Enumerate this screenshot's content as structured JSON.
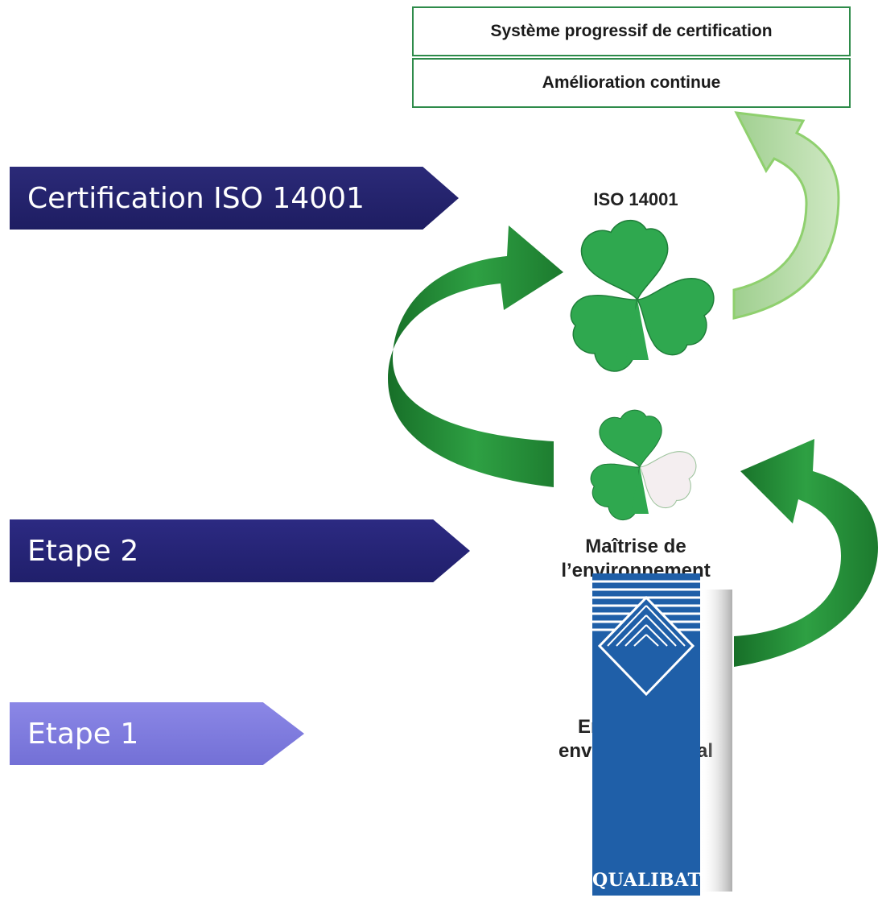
{
  "top_boxes": {
    "system": "Système progressif de certification",
    "improvement": "Amélioration continue"
  },
  "steps": {
    "iso": "Certification ISO 14001",
    "step2": "Etape 2",
    "step1": "Etape 1"
  },
  "captions": {
    "iso": "ISO 14001",
    "maitrise_line1": "Maîtrise de",
    "maitrise_line2": "l’environnement",
    "engagement_line1": "Engagement",
    "engagement_line2": "environnemental"
  },
  "logo": {
    "text": "QUALIBAT",
    "color": "#1f5fa8"
  },
  "colors": {
    "clover_green": "#2fa84f",
    "clover_pale": "#f4eef0",
    "arrow_dark_green": "#1f8a34",
    "arrow_light_green": "#a9d59a",
    "step_dark": "#25246f",
    "step_light": "#7f7ce0"
  }
}
